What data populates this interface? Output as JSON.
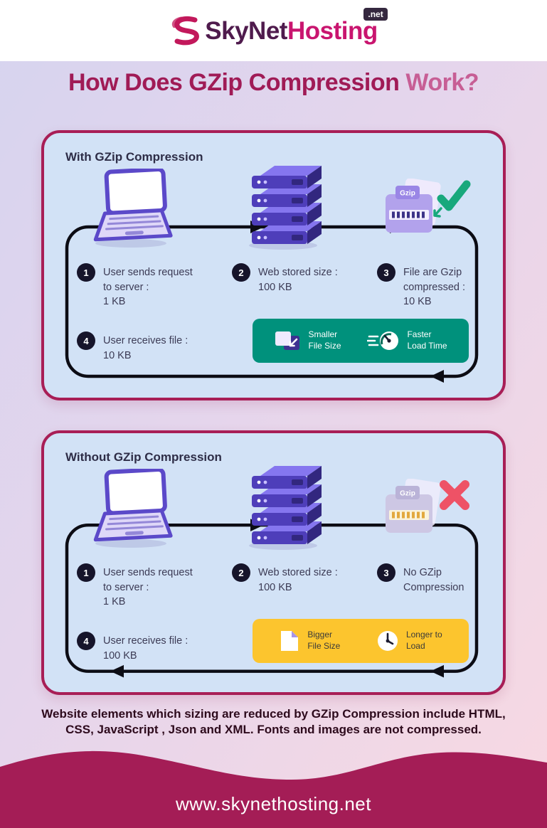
{
  "header": {
    "brand_first": "SkyNet",
    "brand_second": "Hosting",
    "tld": ".net",
    "title_part1": "How Does GZip Compression ",
    "title_part2": "Work?"
  },
  "panels": [
    {
      "title": "With GZip Compression",
      "file_label": "Gzip",
      "steps": [
        {
          "num": "1",
          "text": "User sends request\nto server :\n1 KB"
        },
        {
          "num": "2",
          "text": "Web stored size :\n100 KB"
        },
        {
          "num": "3",
          "text": "File are Gzip\ncompressed :\n10 KB"
        },
        {
          "num": "4",
          "text": "User receives file :\n10 KB"
        }
      ],
      "benefits": [
        {
          "icon": "smaller-file-size-icon",
          "label": "Smaller\nFile Size"
        },
        {
          "icon": "faster-load-time-icon",
          "label": "Faster\nLoad Time"
        }
      ]
    },
    {
      "title": "Without GZip Compression",
      "file_label": "Gzip",
      "steps": [
        {
          "num": "1",
          "text": "User sends request\nto server :\n1 KB"
        },
        {
          "num": "2",
          "text": "Web stored size :\n100 KB"
        },
        {
          "num": "3",
          "text": "No GZip\nCompression"
        },
        {
          "num": "4",
          "text": "User receives file :\n100 KB"
        }
      ],
      "benefits": [
        {
          "icon": "bigger-file-size-icon",
          "label": "Bigger\nFile Size"
        },
        {
          "icon": "longer-to-load-icon",
          "label": "Longer to\nLoad"
        }
      ]
    }
  ],
  "note": "Website elements which sizing are reduced by GZip Compression include HTML,\nCSS, JavaScript , Json and XML. Fonts and images are not compressed.",
  "footer": {
    "url": "www.skynethosting.net"
  },
  "colors": {
    "accent": "#A81E56",
    "panel_bg": "#D2E2F6",
    "benefit_green": "#00917C",
    "benefit_yellow": "#FCC52E",
    "brand_pink": "#C9156F",
    "brand_plum": "#4F1B4D"
  }
}
